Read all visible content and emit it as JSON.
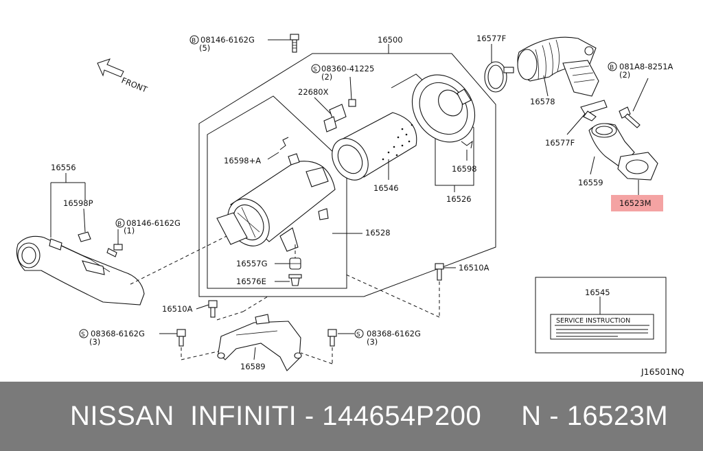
{
  "diagram_code": "J16501NQ",
  "front_label": "FRONT",
  "highlight_color": "#f4a3a3",
  "footer_bg": "#7a7a7a",
  "footer_text": "NISSAN  INFINITI - 144654P200     N - 16523M",
  "labels": {
    "b08146_top": "08146-6162G",
    "b08146_top_qty": "(5)",
    "n16500": "16500",
    "s08360": "08360-41225",
    "s08360_qty": "(2)",
    "n22680x": "22680X",
    "n16577f_top": "16577F",
    "n16578": "16578",
    "b081a8": "081A8-8251A",
    "b081a8_qty": "(2)",
    "n16577f_bot": "16577F",
    "n16559": "16559",
    "n16523m": "16523M",
    "n16598a": "16598+A",
    "n16546": "16546",
    "n16598": "16598",
    "n16526": "16526",
    "n16556": "16556",
    "n16598p": "16598P",
    "b08146_mid": "08146-6162G",
    "b08146_mid_qty": "(1)",
    "n16528": "16528",
    "n16557g": "16557G",
    "n16576e": "16576E",
    "n16510a_right": "16510A",
    "n16510a_left": "16510A",
    "s08368_left": "08368-6162G",
    "s08368_left_qty": "(3)",
    "s08368_right": "08368-6162G",
    "s08368_right_qty": "(3)",
    "n16589": "16589",
    "n16545": "16545",
    "service_instruction": "SERVICE INSTRUCTION",
    "circle_b": "B",
    "circle_s": "S"
  }
}
